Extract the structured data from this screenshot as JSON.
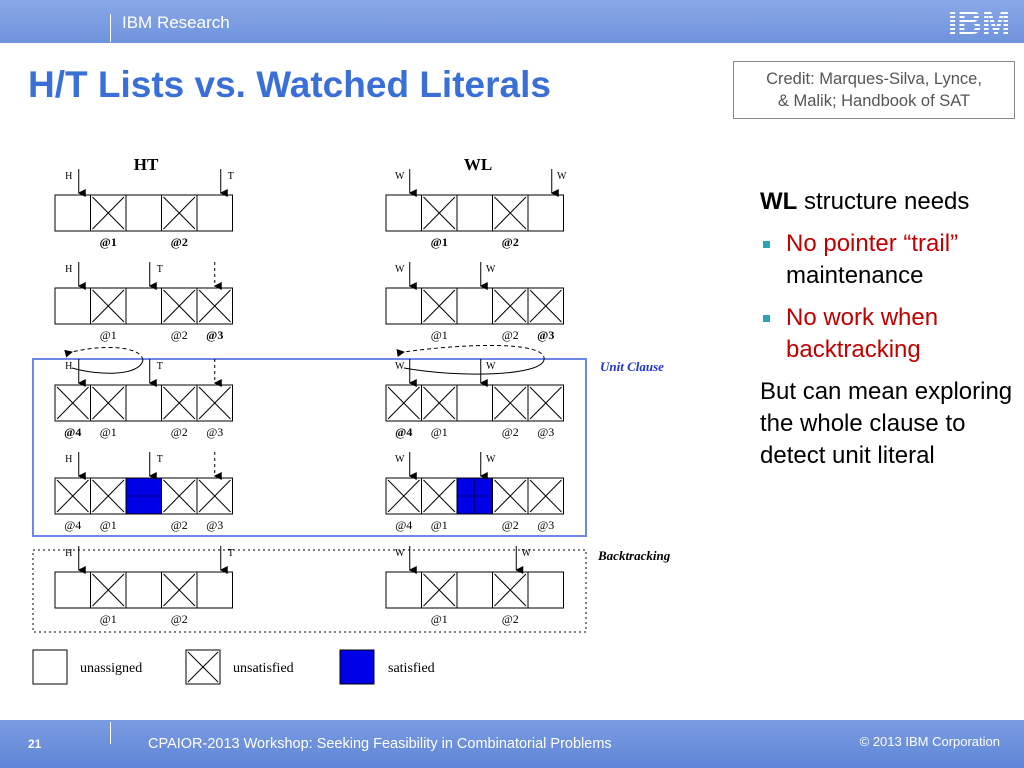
{
  "header": {
    "org": "IBM Research",
    "logo_text": "IBM"
  },
  "title": "H/T Lists vs. Watched Literals",
  "credit": {
    "line1": "Credit: Marques-Silva, Lynce,",
    "line2": "& Malik; Handbook of SAT"
  },
  "figure": {
    "ht_title": "HT",
    "wl_title": "WL",
    "unit_clause_label": "Unit Clause",
    "backtracking_label": "Backtracking",
    "pointer_h": "H",
    "pointer_t": "T",
    "pointer_w": "W",
    "levels": {
      "l1": "@1",
      "l2": "@2",
      "l3": "@3",
      "l4": "@4"
    },
    "legend": {
      "unassigned": "unassigned",
      "unsatisfied": "unsatisfied",
      "satisfied": "satisfied"
    },
    "colors": {
      "satisfied": "#0000e6",
      "unit_box": "#6f86e8"
    }
  },
  "content": {
    "heading_bold": "WL",
    "heading_rest": " structure needs",
    "bullet1_red": "No pointer “trail”",
    "bullet1_black": "maintenance",
    "bullet2": "No work when backtracking",
    "para": "But can mean exploring the whole clause to detect unit literal"
  },
  "footer": {
    "page": "21",
    "text": "CPAIOR-2013 Workshop: Seeking Feasibility in Combinatorial Problems",
    "copyright": "© 2013 IBM Corporation"
  }
}
